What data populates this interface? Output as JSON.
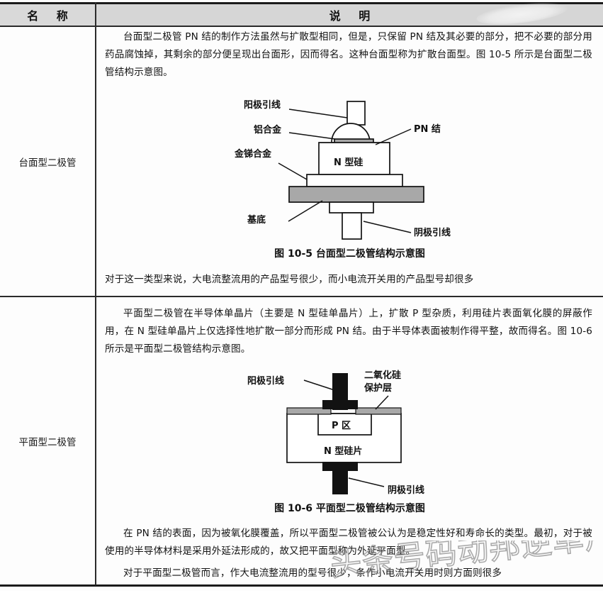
{
  "table": {
    "header": {
      "col_name": "名 称",
      "col_desc": "说 明"
    },
    "rows": [
      {
        "label": "台面型二极管",
        "paragraphs": [
          "台面型二极管 PN 结的制作方法虽然与扩散型相同，但是，只保留 PN 结及其必要的部分，把不必要的部分用药品腐蚀掉，其剩余的部分便呈现出台面形，因而得名。这种台面型称为扩散台面型。图 10-5 所示是台面型二极管结构示意图。",
          "对于这一类型来说，大电流整流用的产品型号很少，而小电流开关用的产品型号却很多"
        ],
        "caption": "图 10-5    台面型二极管结构示意图",
        "figure": {
          "name": "mesa-diode-structure",
          "labels": {
            "anode_lead": "阳极引线",
            "aluminum_alloy": "铝合金",
            "pn_junction": "PN 结",
            "gold_antimony_alloy": "金锑合金",
            "n_type_silicon": "N 型硅",
            "substrate": "基底",
            "cathode_lead": "阴极引线"
          }
        }
      },
      {
        "label": "平面型二极管",
        "paragraphs": [
          "平面型二极管在半导体单晶片（主要是 N 型硅单晶片）上，扩散 P 型杂质，利用硅片表面氧化膜的屏蔽作用，在 N 型硅单晶片上仅选择性地扩散一部分而形成 PN 结。由于半导体表面被制作得平整，故而得名。图 10-6 所示是平面型二极管结构示意图。",
          "在 PN 结的表面，因为被氧化膜覆盖，所以平面型二极管被公认为是稳定性好和寿命长的类型。最初，对于被使用的半导体材料是采用外延法形成的，故又把平面型称为外延平面型。",
          "对于平面型二极管而言，作大电流整流用的型号很少，条作小电流开关用时则方面则很多"
        ],
        "caption": "图 10-6    平面型二极管结构示意图",
        "figure": {
          "name": "planar-diode-structure",
          "labels": {
            "anode_lead": "阳极引线",
            "silicon_dioxide_line1": "二氧化硅",
            "silicon_dioxide_line2": "保护层",
            "p_region": "P 区",
            "n_type_silicon_wafer": "N 型硅片",
            "cathode_lead": "阴极引线"
          }
        }
      }
    ]
  },
  "watermark": {
    "text": "头条号码动邦逆单片机"
  },
  "colors": {
    "rule": "#1b1b1b",
    "header_fill": "#d9d9d9",
    "hatch_fill": "#a8a8a8",
    "black_fill": "#121212"
  }
}
